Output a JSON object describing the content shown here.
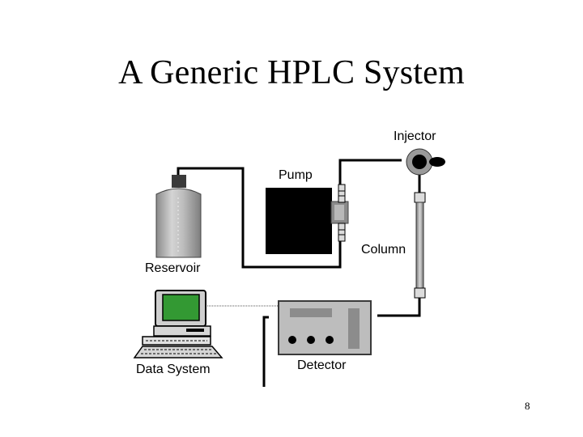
{
  "title": "A Generic HPLC System",
  "labels": {
    "injector": "Injector",
    "pump": "Pump",
    "column": "Column",
    "reservoir": "Reservoir",
    "data_system": "Data System",
    "detector": "Detector"
  },
  "page_number": "8"
}
